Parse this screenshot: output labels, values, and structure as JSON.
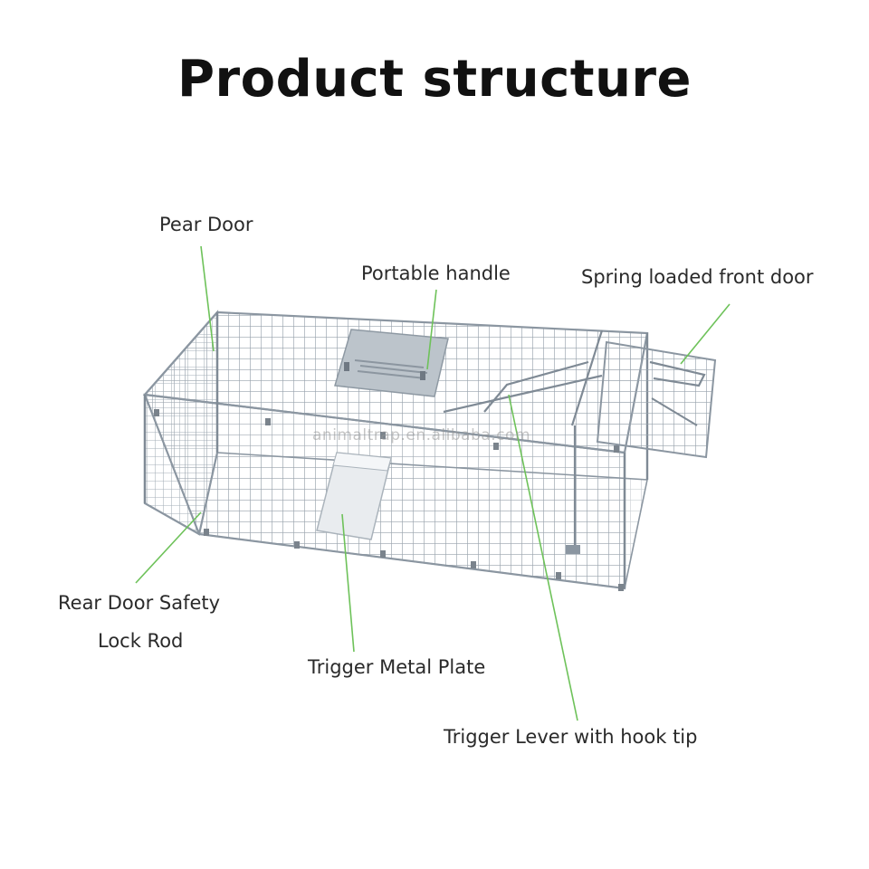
{
  "title": "Product structure",
  "labels": {
    "pear_door": "Pear Door",
    "portable_handle": "Portable handle",
    "spring_front_door": "Spring loaded front door",
    "rear_lock_line1": "Rear Door Safety",
    "rear_lock_line2": "Lock Rod",
    "trigger_plate": "Trigger Metal Plate",
    "trigger_lever": "Trigger Lever with hook tip"
  },
  "watermark": "animaltrap.en.alibaba.com",
  "colors": {
    "leader_line": "#6ec25a",
    "wire": "#9aa4ae",
    "plate": "#b9c1c8"
  }
}
